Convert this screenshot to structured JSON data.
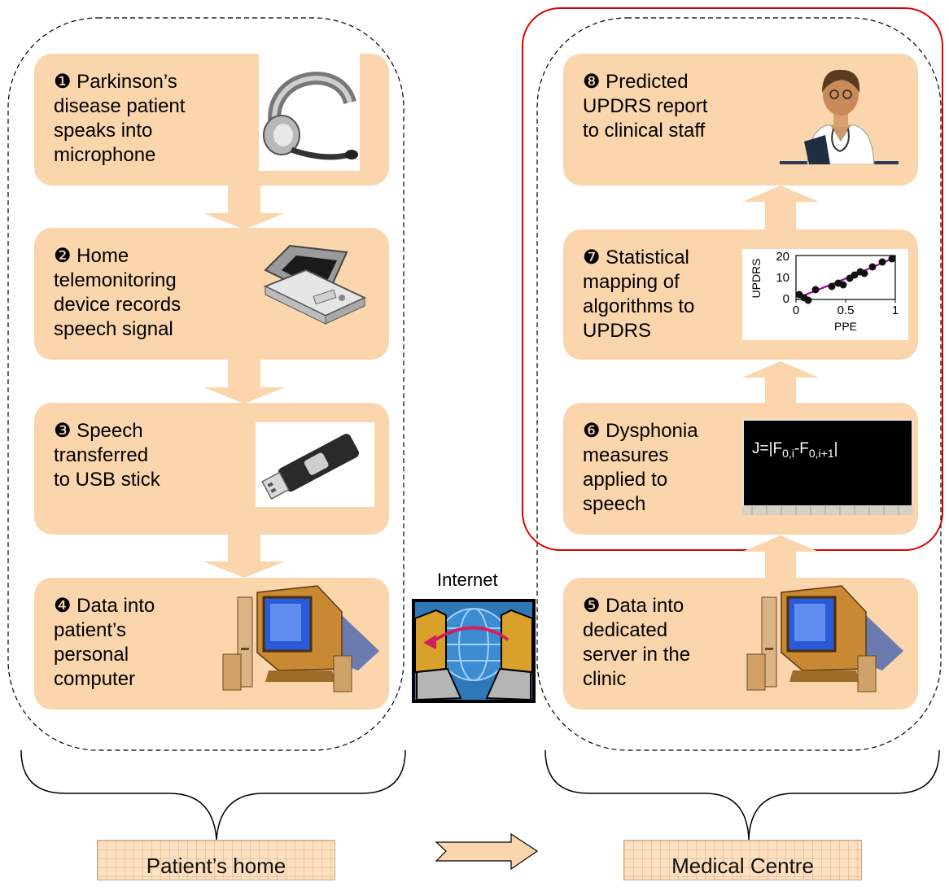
{
  "steps": {
    "s1": "❶ Parkinson’s\ndisease patient\nspeaks into\nmicrophone",
    "s2": "❷ Home\ntelemonitoring\ndevice records\nspeech signal",
    "s3": "❸ Speech\ntransferred\nto USB stick",
    "s4": "❹ Data into\npatient’s\npersonal\ncomputer",
    "s5": "❺ Data into\ndedicated\nserver in the\nclinic",
    "s6": "❻ Dysphonia\nmeasures\napplied to\nspeech",
    "s7": "❼ Statistical\nmapping of\nalgorithms to\nUPDRS",
    "s8": "❽ Predicted\nUPDRS report\nto clinical staff"
  },
  "internet_label": "Internet",
  "formula": "J=|F0,i-F0,i+1|",
  "mini_chart": {
    "ylabel": "UPDRS",
    "xlabel": "PPE",
    "yticks": [
      "0",
      "10",
      "20"
    ],
    "xticks": [
      "0",
      "0.5",
      "1"
    ]
  },
  "regions": {
    "home": "Patient’s home",
    "centre": "Medical Centre"
  },
  "colors": {
    "box_fill": "#fbd5ac",
    "highlight_border": "#dd0000",
    "dashed_border": "#000000"
  }
}
